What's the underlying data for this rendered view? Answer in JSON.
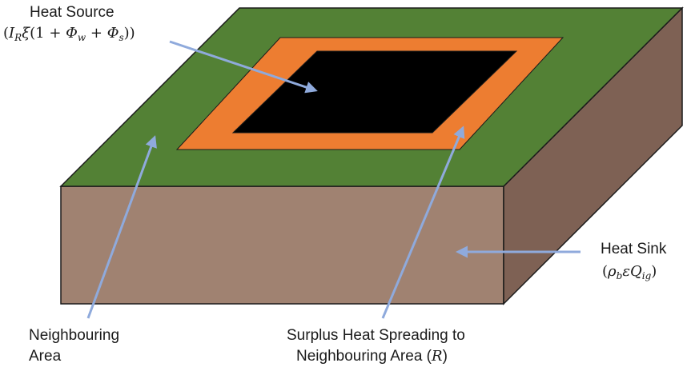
{
  "colors": {
    "top_surface": "#538135",
    "front_face": "#a08271",
    "side_face": "#7e6154",
    "spreading_ring": "#ed7d31",
    "heat_source": "#000000",
    "arrow": "#8faadc",
    "outline": "#1a1a1a"
  },
  "labels": {
    "heat_source": {
      "title": "Heat Source",
      "formula": {
        "open": "(",
        "I": "I",
        "R": "R",
        "xi": "ξ",
        "mid": "(1 + ",
        "Phi1": "Φ",
        "w": "w",
        "plus": " + ",
        "Phi2": "Φ",
        "s": "s",
        "close": "))"
      }
    },
    "heat_sink": {
      "title": "Heat Sink",
      "formula": {
        "open": "(",
        "rho": "ρ",
        "b": "b",
        "eps": "ε",
        "Q": "Q",
        "ig": "ig",
        "close": ")"
      }
    },
    "neighbouring_area": {
      "line1": "Neighbouring",
      "line2": "Area"
    },
    "surplus_heat": {
      "line1": "Surplus Heat Spreading to",
      "line2": "Neighbouring Area (",
      "R": "R",
      "close": ")"
    }
  }
}
